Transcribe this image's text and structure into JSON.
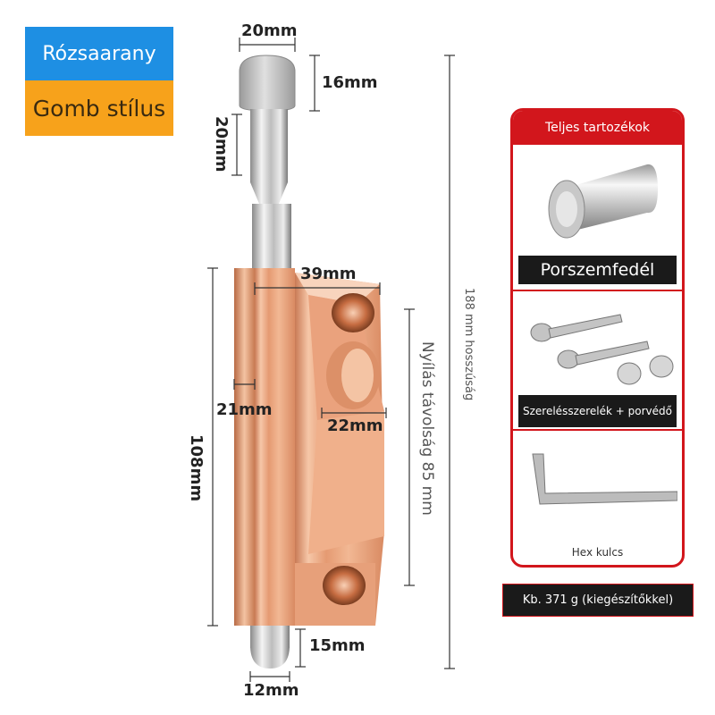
{
  "tags": {
    "color": "Rózsaarany",
    "style": "Gomb stílus"
  },
  "dimensions": {
    "knob_width": "20mm",
    "knob_height": "16mm",
    "stem_length": "20mm",
    "body_width": "39mm",
    "side_width": "21mm",
    "body_length": "108mm",
    "knob_base": "22mm",
    "pin_length": "15mm",
    "pin_width": "12mm",
    "hole_distance": "Nyílás távolság 85 mm",
    "total_length": "188 mm hosszúság"
  },
  "accessories": {
    "header": "Teljes tartozékok",
    "dust_cover": "Porszemfedél",
    "screws": "Szerelésszerelék + porvédő",
    "hex_key": "Hex kulcs",
    "weight": "Kb. 371 g (kiegészítőkkel)"
  },
  "colors": {
    "rose_gold": "#e8a27a",
    "accent_red": "#d2161c",
    "tag_blue": "#1e8fe3",
    "tag_orange": "#f7a21b"
  }
}
